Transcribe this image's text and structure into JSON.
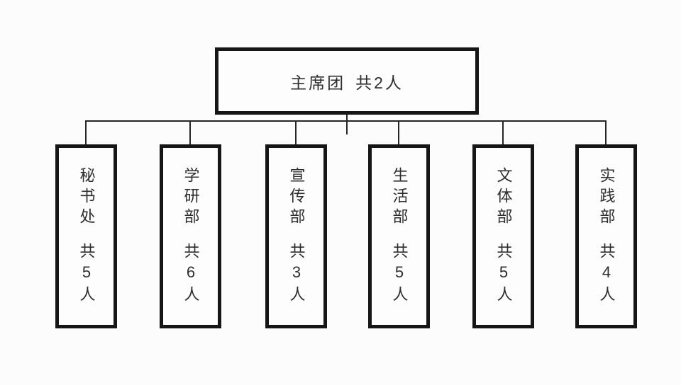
{
  "diagram": {
    "title": "student-union-org-chart",
    "root": {
      "label": "主席团",
      "count": "共2人"
    },
    "departments": [
      {
        "label": "秘书处",
        "count": "共5人"
      },
      {
        "label": "学研部",
        "count": "共6人"
      },
      {
        "label": "宣传部",
        "count": "共3人"
      },
      {
        "label": "生活部",
        "count": "共5人"
      },
      {
        "label": "文体部",
        "count": "共5人"
      },
      {
        "label": "实践部",
        "count": "共4人"
      }
    ],
    "colors": {
      "background": "#fbfbfb",
      "box_fill": "#fdfdfd",
      "border": "#161616",
      "line": "#262626",
      "text": "#2e2e2e"
    }
  }
}
